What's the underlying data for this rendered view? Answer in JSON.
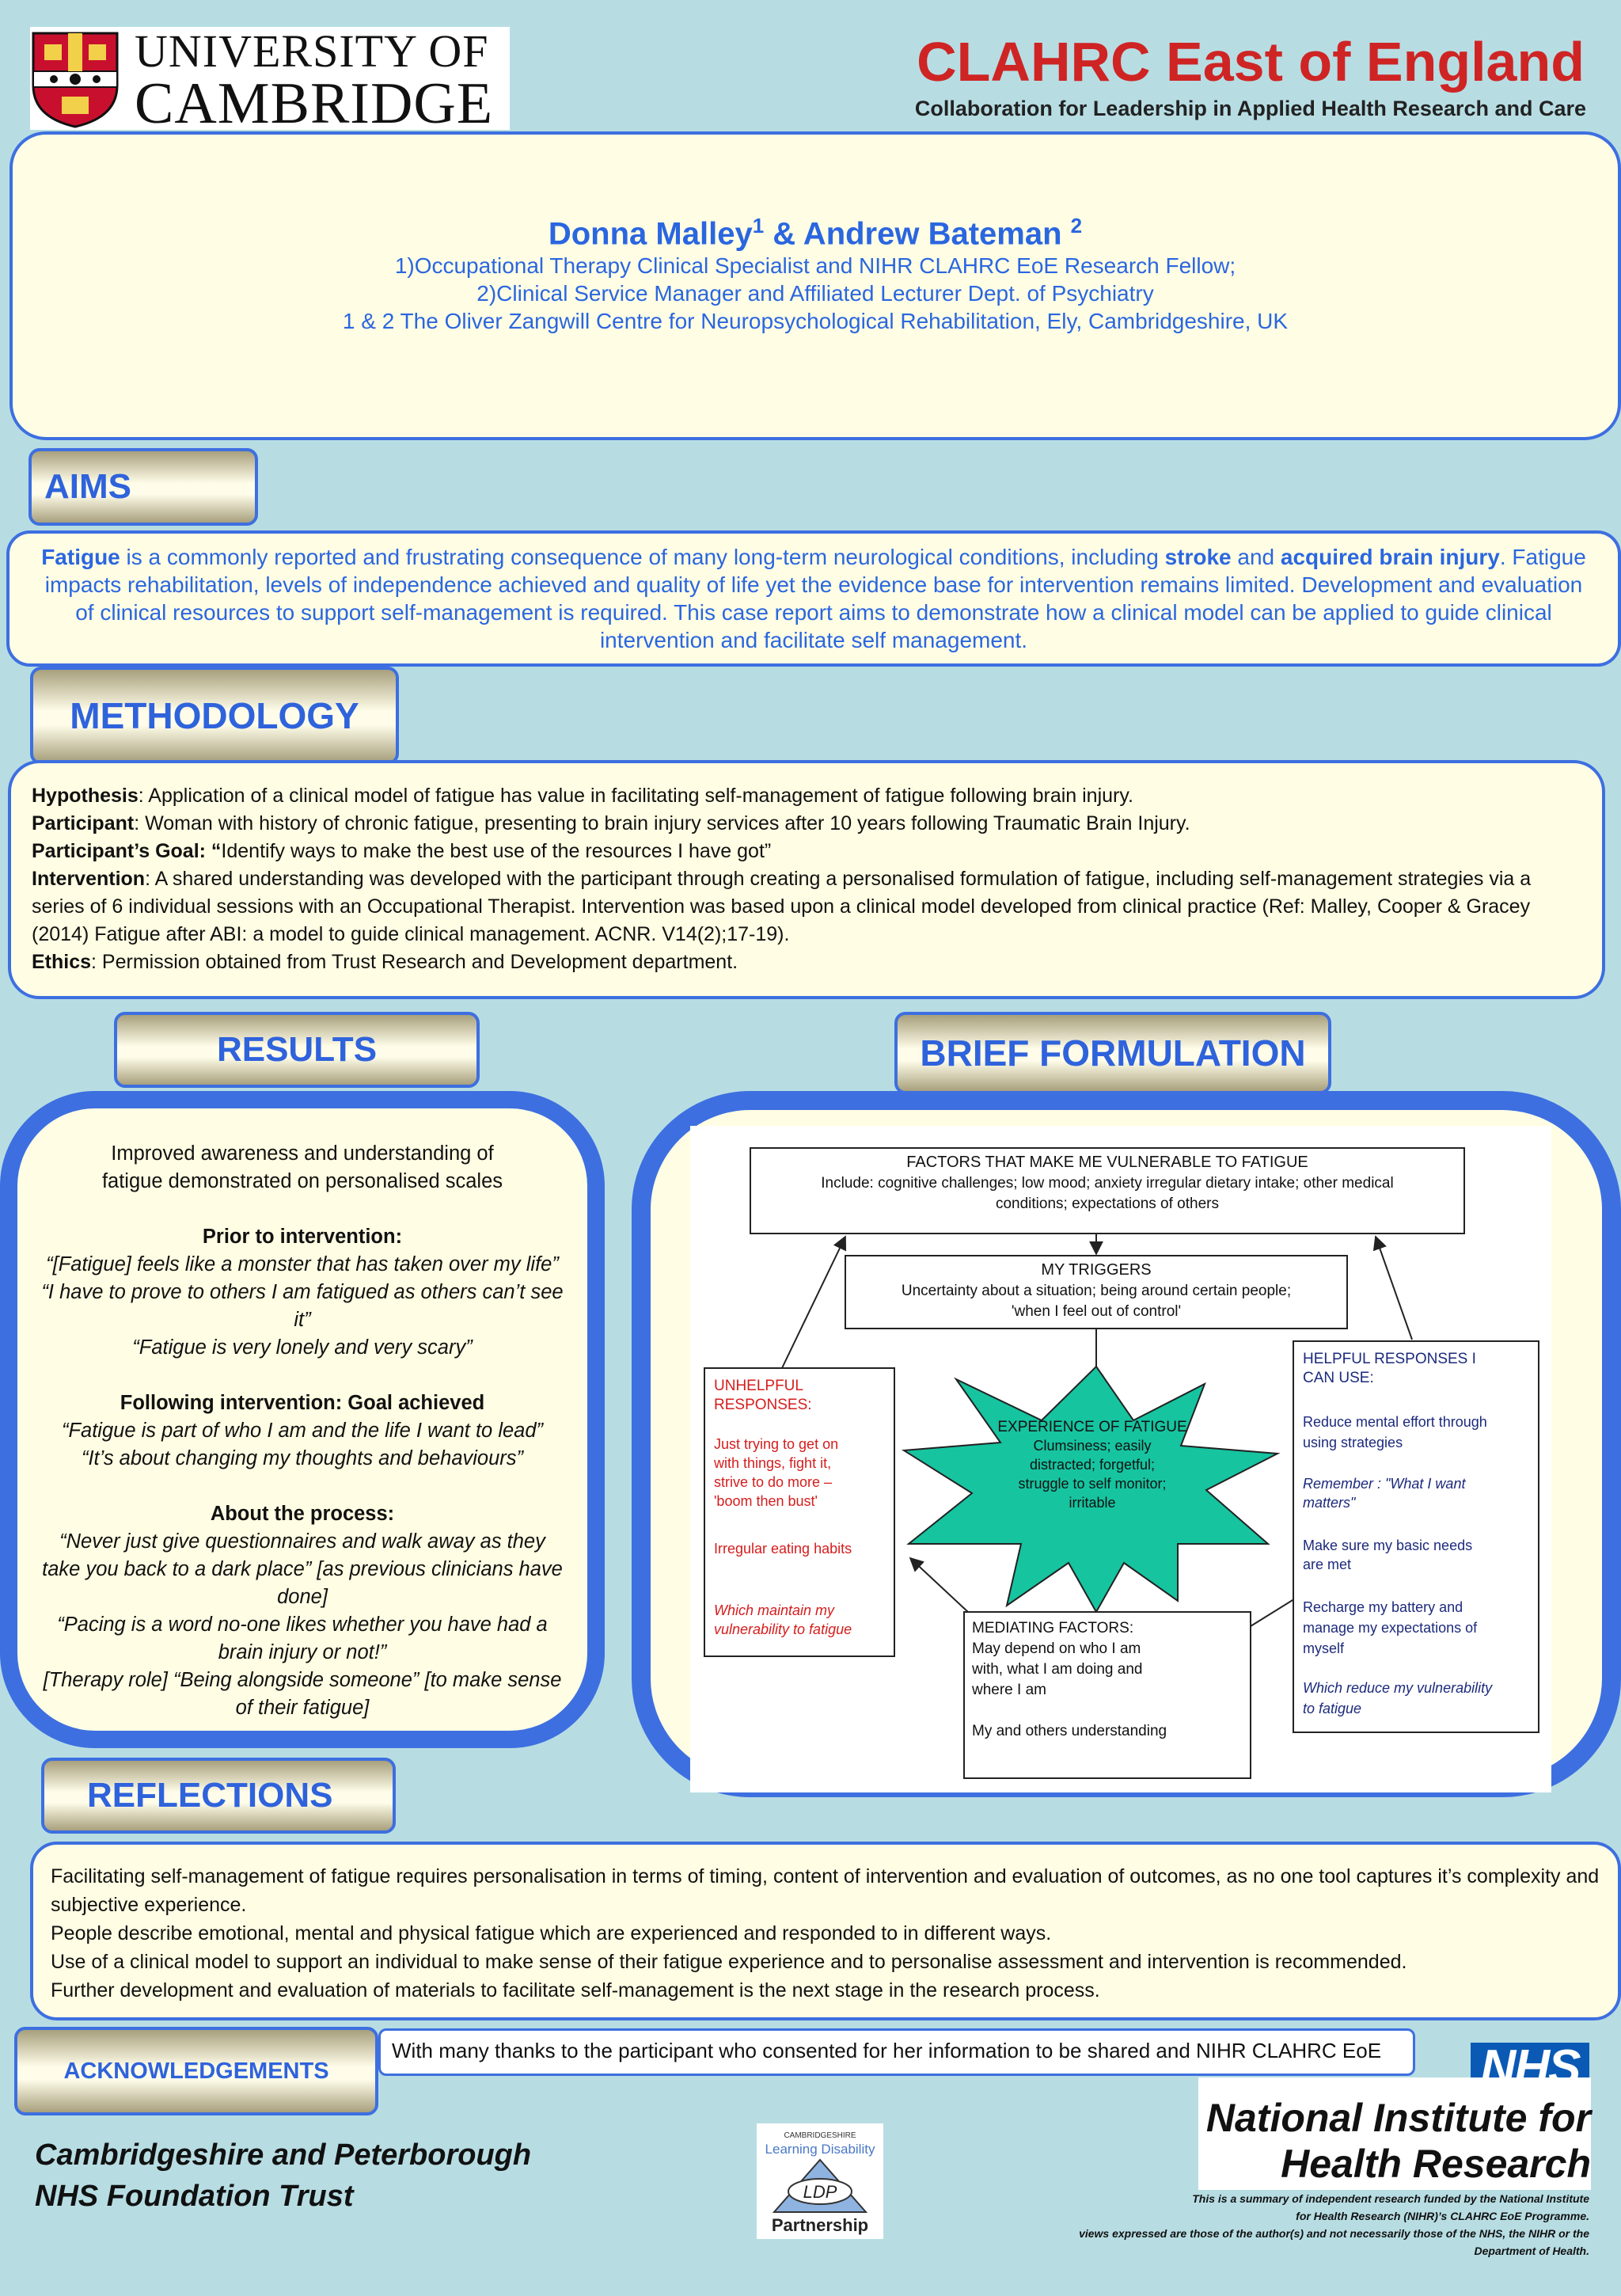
{
  "header": {
    "cam_line1": "UNIVERSITY OF",
    "cam_line2": "CAMBRIDGE",
    "clahrc_title": "CLAHRC East of England",
    "clahrc_subtitle": "Collaboration for Leadership in Applied Health Research and Care"
  },
  "authors": {
    "names": "Donna Malley",
    "sup1": "1",
    "amp": " & Andrew Bateman ",
    "sup2": "2",
    "aff1": "1)Occupational Therapy Clinical Specialist and NIHR CLAHRC EoE Research Fellow;",
    "aff2": "2)Clinical Service Manager and Affiliated Lecturer Dept. of Psychiatry",
    "aff3": "1 & 2 The Oliver Zangwill Centre for Neuropsychological Rehabilitation, Ely, Cambridgeshire, UK"
  },
  "aims": {
    "label": "AIMS",
    "t1": "Fatigue",
    "t2": " is a commonly reported and frustrating consequence of many long-term neurological conditions, including ",
    "t3": "stroke",
    "t4": " and ",
    "t5": "acquired brain injury",
    "t6": ". Fatigue impacts rehabilitation, levels of independence achieved and quality of life yet the evidence base for intervention remains limited.  Development and evaluation of clinical resources to support self-management is required.  This case report aims to demonstrate how a clinical model can be applied to guide clinical intervention and facilitate self management."
  },
  "methodology": {
    "label": "METHODOLOGY",
    "hyp_k": "Hypothesis",
    "hyp_v": ": Application of a clinical model of fatigue has value in facilitating self-management of fatigue following brain injury.",
    "part_k": "Participant",
    "part_v": ":  Woman with history of chronic fatigue, presenting to brain injury services after 10 years following Traumatic Brain Injury.",
    "goal_k": "Participant’s Goal: “",
    "goal_v": "Identify ways to make the best use of the resources I have got”",
    "int_k": "Intervention",
    "int_v": ": A shared understanding was developed with the participant through creating a personalised formulation of fatigue, including self-management strategies via a series of 6 individual sessions with an Occupational Therapist.  Intervention was based upon a clinical model developed from clinical practice (Ref: Malley, Cooper & Gracey (2014) Fatigue after ABI: a model to guide clinical management.  ACNR. V14(2);17-19).",
    "eth_k": "Ethics",
    "eth_v": ": Permission obtained from Trust Research and Development department."
  },
  "results": {
    "label": "RESULTS",
    "intro": "Improved awareness and understanding of fatigue demonstrated on personalised scales",
    "prior_h": "Prior to intervention:",
    "prior_q1": "“[Fatigue] feels like a monster that has taken over my life”",
    "prior_q2": "“I have to prove to others I am fatigued as others can’t see it”",
    "prior_q3": "“Fatigue is very lonely and very scary”",
    "after_h": "Following intervention: Goal achieved",
    "after_q1": "“Fatigue is part of who I am and the life I want to lead”",
    "after_q2": "“It’s about changing my thoughts and behaviours”",
    "proc_h": "About the process:",
    "proc_q1": "“Never just give questionnaires and walk away as they take you back to a dark place” [as previous clinicians have done]",
    "proc_q2": "“Pacing is a word no-one likes whether you have had a brain injury or not!”",
    "proc_q3": "[Therapy role] “Being alongside someone” [to make sense of their fatigue]"
  },
  "formulation": {
    "label": "BRIEF FORMULATION",
    "vuln_title": "FACTORS THAT MAKE ME VULNERABLE TO FATIGUE",
    "vuln_l1": "Include: cognitive challenges; low mood; anxiety irregular dietary intake; other medical",
    "vuln_l2": "conditions; expectations of others",
    "trig_title": "MY TRIGGERS",
    "trig_l1": "Uncertainty about a situation; being around certain people;",
    "trig_l2": "'when I feel out of control'",
    "unh_t1": "UNHELPFUL",
    "unh_t2": "RESPONSES:",
    "unh_l1": "Just trying to get on",
    "unh_l2": "with things, fight it,",
    "unh_l3": "strive to do more  –",
    "unh_l4": "'boom then bust'",
    "unh_l5": "Irregular eating habits",
    "unh_i1": "Which maintain my",
    "unh_i2": "vulnerability to fatigue",
    "exp_title": "EXPERIENCE OF FATIGUE",
    "exp_l1": "Clumsiness; easily",
    "exp_l2": "distracted;  forgetful;",
    "exp_l3": "struggle to self monitor;",
    "exp_l4": "irritable",
    "help_t1": "HELPFUL RESPONSES I",
    "help_t2": "CAN USE:",
    "help_l1": "Reduce mental effort through",
    "help_l2": "using strategies",
    "help_i1": "Remember   : \"What I want",
    "help_i2": "matters\"",
    "help_l3": "Make sure my basic needs",
    "help_l4": "are met",
    "help_l5": "Recharge my battery and",
    "help_l6": "manage my expectations of",
    "help_l7": "myself",
    "help_i3": "Which reduce my  vulnerability",
    "help_i4": "to fatigue",
    "med_title": "MEDIATING  FACTORS:",
    "med_l1": "May depend on who I am",
    "med_l2": "with, what I am doing and",
    "med_l3": "where  I am",
    "med_l4": "My and others understanding"
  },
  "reflections": {
    "label": "REFLECTIONS",
    "p1": "Facilitating self-management of fatigue requires personalisation in terms of timing, content of intervention and evaluation of outcomes, as no one tool captures it’s complexity and subjective experience.",
    "p2": "People describe emotional, mental and physical fatigue which are experienced and responded to in different ways.",
    "p3": "Use of a clinical model to support an individual to make sense of their fatigue experience and to personalise assessment and intervention is recommended.",
    "p4": "Further development and evaluation of materials to facilitate self-management is the next stage in the research process."
  },
  "acknowledgements": {
    "label": "ACKNOWLEDGEMENTS",
    "text": "With many thanks to the participant who consented for her information to be shared and NIHR CLAHRC EoE"
  },
  "footer": {
    "nhs": "NHS",
    "nihr_l1": "National Institute for",
    "nihr_l2": "Health Research",
    "disc1": "This is a summary of independent research funded by the National Institute",
    "disc2": "for Health Research (NIHR)’s CLAHRC EoE Programme.",
    "disc3": "views expressed are those of the author(s) and not necessarily those of the NHS, the NIHR or the",
    "disc4": "Department of Health.",
    "trust_l1": "Cambridgeshire and Peterborough",
    "trust_l2": "NHS Foundation Trust",
    "ldp_l1": "CAMBRIDGESHIRE",
    "ldp_l2": "Learning Disability",
    "ldp_mark": "LDP",
    "ldp_l3": "Partnership"
  },
  "colors": {
    "accent_blue": "#3d6fe0",
    "text_blue": "#2a66e0",
    "clahrc_red": "#cf2424",
    "background": "#b7dde3",
    "panel_cream": "#fffde3",
    "starburst": "#16c4a0",
    "unhelpful_red": "#d51d1d",
    "helpful_navy": "#1c2a7c"
  }
}
